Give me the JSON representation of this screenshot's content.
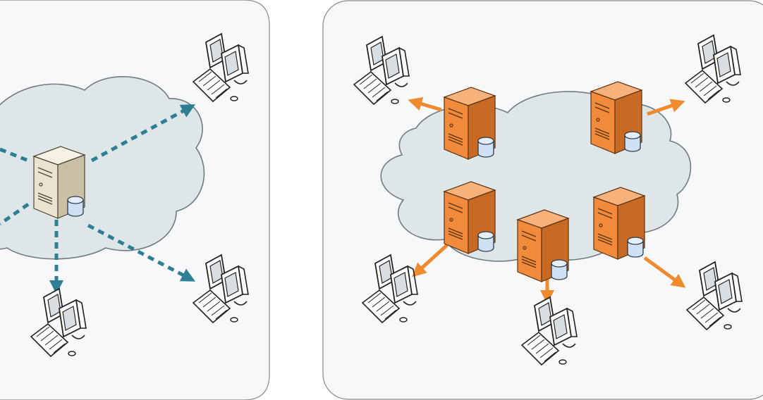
{
  "panels": [
    {
      "id": "centralized",
      "server_color": "beige",
      "server_count": 1,
      "client_count": 4,
      "connection_style": "dashed",
      "arrow_color": "#2e7f95"
    },
    {
      "id": "distributed",
      "server_color": "orange",
      "server_count": 5,
      "client_count": 5,
      "connection_style": "solid",
      "arrow_color": "#ef8a2e"
    }
  ],
  "colors": {
    "panel_bg": "#f8f8fa",
    "panel_border": "#8a8a8a",
    "cloud_fill": "#dfe6e8",
    "cloud_stroke": "#6f7b80",
    "teal_arrow": "#2e7f95",
    "orange_arrow": "#ef8a2e",
    "server_orange_front": "#f28a3c",
    "server_orange_side": "#c96a24",
    "server_beige_front": "#ebe3cf",
    "server_beige_side": "#c9bfa4",
    "disk_blue": "#cfe0f2"
  },
  "icons": [
    "server-icon",
    "database-icon",
    "computer-icon",
    "cloud-icon"
  ]
}
